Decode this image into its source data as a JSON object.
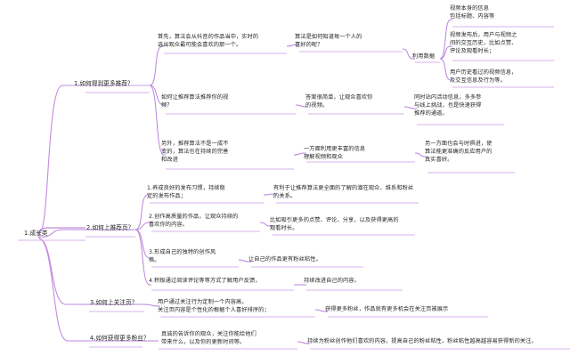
{
  "document": {
    "type": "mindmap",
    "title": "1.成长类",
    "accent_color": "#b06fd6",
    "text_color": "#1f1f1f",
    "background": "#ffffff"
  },
  "nodes": {
    "root": "1.成长类",
    "b1": {
      "label": "1.如何得到更多推荐？",
      "c1": "首先，算法会从抖音的作品当中，实时的\n选出观众最可能会喜欢的那一个。",
      "c1_1": "算法是如何知道每一个人的\n喜好的呢？",
      "c1_1_1": "利用数据",
      "c1_1_1_a": "视频本身的信息\n包括标题、内容等",
      "c1_1_1_b": "视频发布后，用户与视频之\n间的交互历史，比如点赞、\n评论及观看时长；",
      "c1_1_1_c": "用户历史看过的视频信息，\n及交互信息及行为等。",
      "c2": "如何让推荐算法推荐你的视\n频？",
      "c2_1": "答案很简单，让观众喜欢你\n的视频。",
      "c2_1_1": "同时站内活动信息，多多参\n与线上挑战，也是快速获得\n推荐的通道。",
      "c3": "另外，推荐算法不是一成不\n变的，算法也在持续的完善\n和改进",
      "c3_1": "一方面利用更丰富的信息\n理解视频和观众",
      "c3_1_1": "另一方面也会与时俱进，使\n算法能更准确的反应用户的\n真实喜好。"
    },
    "b2": {
      "label": "2.如何上推荐页？",
      "c1": "1.养成良好的发布习惯，持续稳\n定的发布作品；",
      "c1_1": "有利于让推荐算法更全面的了解的潜在观众、维系和粉丝\n的关系。",
      "c2": "2.创作高质量的作品，让观众持续的\n喜欢你的内容。",
      "c2_1": "比如吸引更多的点赞、评论、分享，以及获得更高的\n观看时长。",
      "c3": "3.形成自己的独特的创作风\n格。",
      "c3_1": "让自己的作品更有粉丝粘性。",
      "c4": "4.积极通过阅读评论等等方式了解用户反馈，",
      "c4_1": "持续改进自己的内容。"
    },
    "b3": {
      "label": "3.如何上关注页？",
      "c1": "用户通过关注行为定制一个内容高，\n关注页内容是个性化的根据个人喜好排序的；",
      "c1_1": "获得更多粉丝，作品就有更多机会在关注页被展示"
    },
    "b4": {
      "label": "4.如何获得更多粉丝？",
      "c1": "真诚的告诉你的观众，关注你能给他们\n带来什么，以及你的更新时间等。",
      "c1_1": "持续为粉丝创作他们喜欢的内容，提高自己的粉丝粘性，粉丝粘性越高越容易获得新的关注。"
    }
  }
}
